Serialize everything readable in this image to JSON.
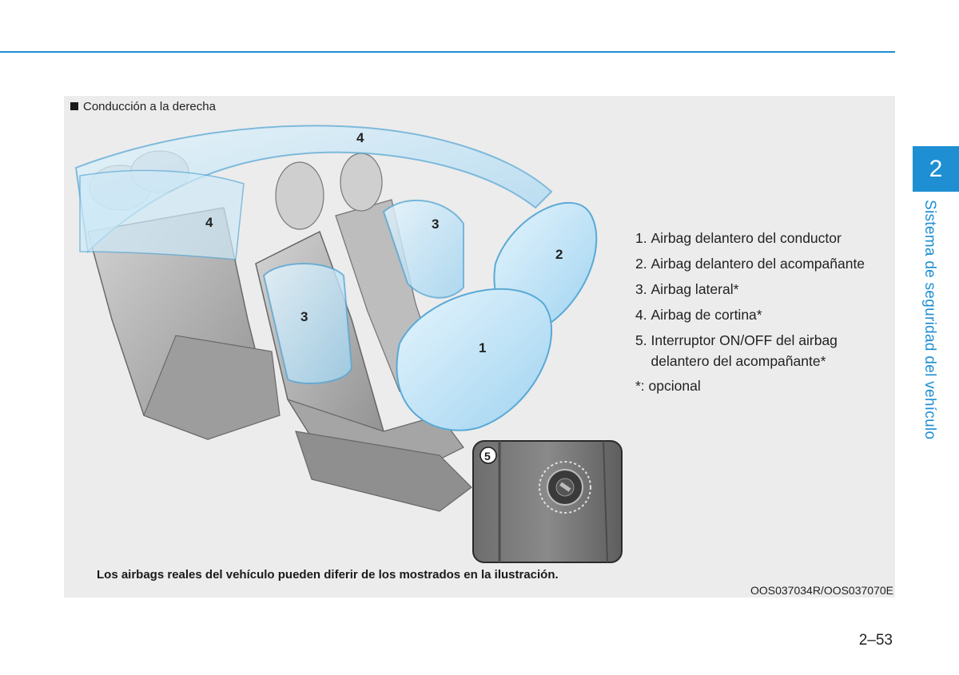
{
  "chapter": {
    "number": "2",
    "title": "Sistema de seguridad del vehículo"
  },
  "figure": {
    "drive_label": "Conducción a la derecha",
    "callouts": {
      "c1": "1",
      "c2": "2",
      "c3a": "3",
      "c3b": "3",
      "c4a": "4",
      "c4b": "4",
      "c5": "5"
    },
    "caption": "Los airbags reales del vehículo pueden diferir de los mostrados en la ilustración.",
    "code": "OOS037034R/OOS037070E"
  },
  "legend": {
    "items": [
      {
        "num": "1.",
        "text": "Airbag delantero del conductor"
      },
      {
        "num": "2.",
        "text": "Airbag delantero del acompañante"
      },
      {
        "num": "3.",
        "text": "Airbag lateral*"
      },
      {
        "num": "4.",
        "text": "Airbag de cortina*"
      },
      {
        "num": "5.",
        "text": "Interruptor ON/OFF del airbag delantero del acompañante*"
      }
    ],
    "note": "*: opcional"
  },
  "page": {
    "number": "2–53"
  },
  "colors": {
    "accent": "#1e8fd2",
    "panel": "#ececec",
    "airbag": "#bfe3f7"
  }
}
